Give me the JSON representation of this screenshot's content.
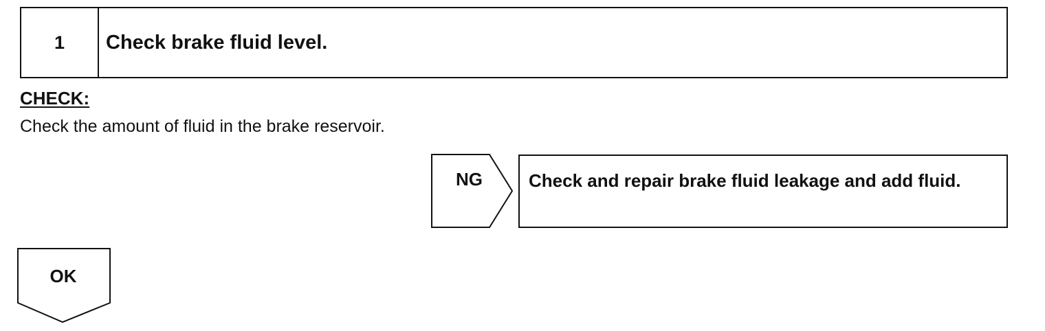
{
  "step": {
    "number": "1",
    "title": "Check brake fluid level."
  },
  "check": {
    "heading": "CHECK:",
    "text": "Check the amount of fluid in the brake reservoir."
  },
  "ng": {
    "label": "NG",
    "action": "Check and repair brake fluid leakage and add fluid."
  },
  "ok": {
    "label": "OK"
  }
}
